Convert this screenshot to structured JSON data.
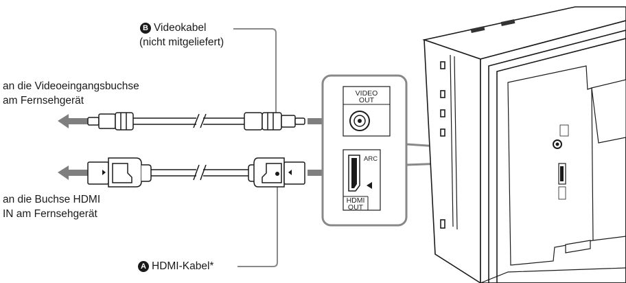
{
  "labels": {
    "cable_b_badge": "B",
    "cable_b_name": "Videokabel",
    "cable_b_note": "(nicht mitgeliefert)",
    "video_dest_line1": "an die Videoeingangsbuchse",
    "video_dest_line2": "am Fernsehgerät",
    "hdmi_dest_line1": "an die Buchse HDMI",
    "hdmi_dest_line2": "IN am Fernsehgerät",
    "cable_a_badge": "A",
    "cable_a_name": "HDMI-Kabel*"
  },
  "panel": {
    "video_out_line1": "VIDEO",
    "video_out_line2": "OUT",
    "arc": "ARC",
    "hdmi_out_line1": "HDMI",
    "hdmi_out_line2": "OUT"
  },
  "colors": {
    "arrow": "#7f7f7f",
    "leader_line": "#888888",
    "outline": "#1a1a1a"
  }
}
